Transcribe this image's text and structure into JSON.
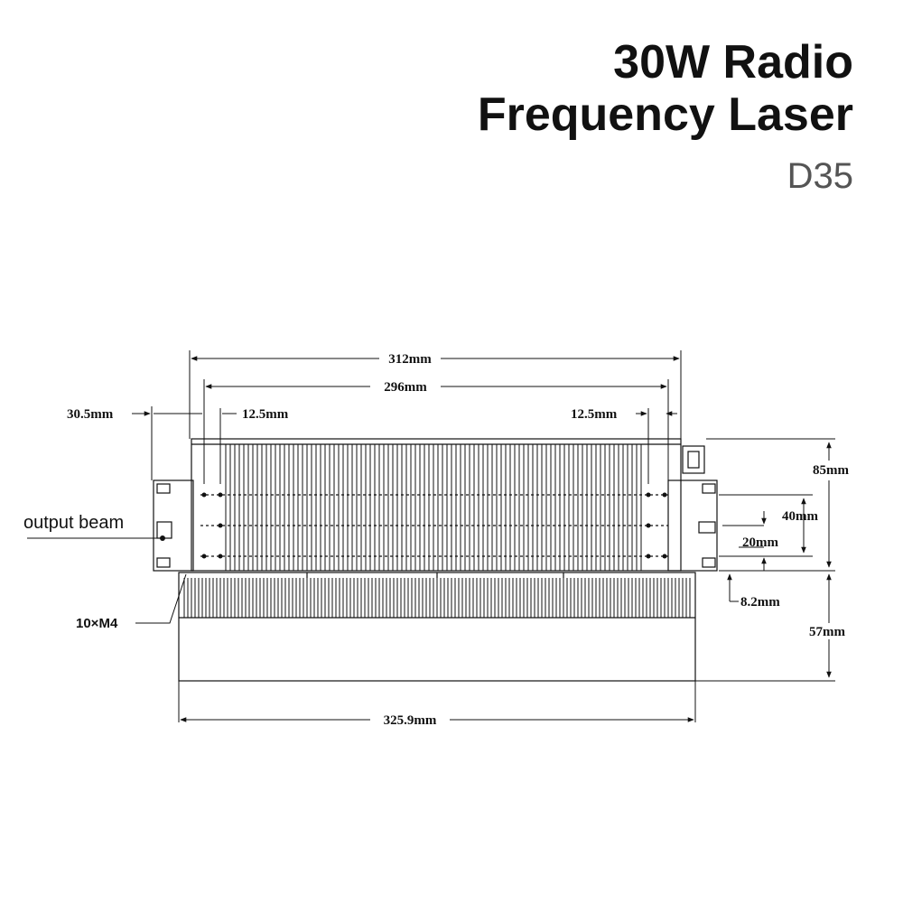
{
  "title": {
    "line1": "30W Radio",
    "line2": "Frequency Laser",
    "model": "D35"
  },
  "drawing": {
    "dimensions": {
      "overall_length": "312mm",
      "tube_length": "296mm",
      "left_offset": "30.5mm",
      "left_mount_spacing": "12.5mm",
      "right_mount_spacing": "12.5mm",
      "height_upper": "85mm",
      "mount_hole_spacing": "40mm",
      "mount_hole_center": "20mm",
      "base_offset": "8.2mm",
      "height_lower": "57mm",
      "base_length": "325.9mm"
    },
    "labels": {
      "output_beam": "output beam",
      "screws": "10×M4"
    }
  }
}
